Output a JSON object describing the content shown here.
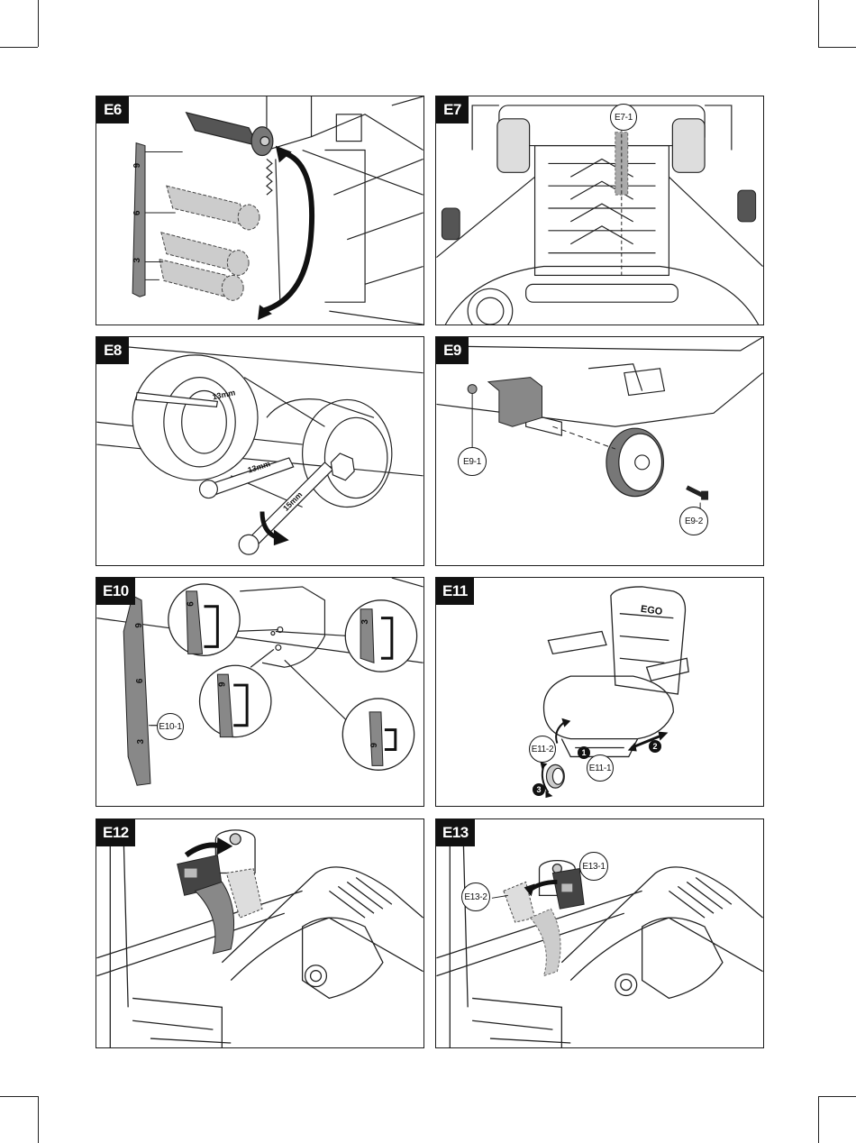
{
  "panels": {
    "e6": {
      "tag": "E6",
      "scale_marks": [
        "9",
        "6",
        "3"
      ]
    },
    "e7": {
      "tag": "E7",
      "callouts": [
        "E7-1"
      ]
    },
    "e8": {
      "tag": "E8",
      "wrench_labels": [
        "13mm",
        "13mm",
        "15mm"
      ]
    },
    "e9": {
      "tag": "E9",
      "callouts": [
        "E9-1",
        "E9-2"
      ]
    },
    "e10": {
      "tag": "E10",
      "callouts": [
        "E10-1"
      ],
      "scale_marks": [
        "9",
        "6",
        "3"
      ],
      "detail_marks": [
        "6",
        "3",
        "9",
        "9"
      ]
    },
    "e11": {
      "tag": "E11",
      "callouts": [
        "E11-1",
        "E11-2"
      ],
      "steps": [
        "1",
        "2",
        "3"
      ],
      "brand": "EGO"
    },
    "e12": {
      "tag": "E12"
    },
    "e13": {
      "tag": "E13",
      "callouts": [
        "E13-1",
        "E13-2"
      ]
    }
  }
}
